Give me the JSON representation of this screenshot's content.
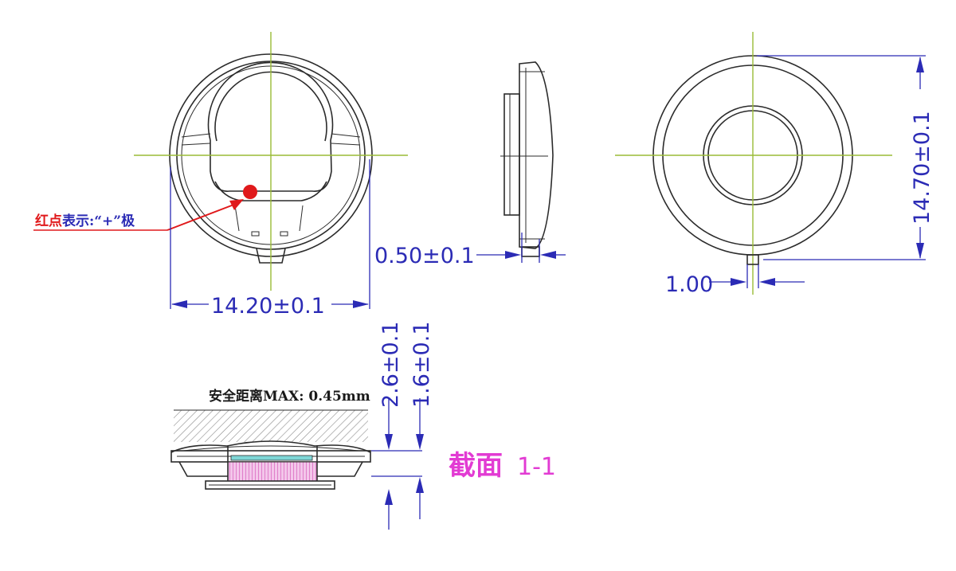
{
  "labels": {
    "polarity_note_red": "红点",
    "polarity_note_rest": "表示:“+”极",
    "safety_note": "安全距离MAX: 0.45mm",
    "section_title_cn": "截面",
    "section_title_num": "1-1"
  },
  "dimensions": {
    "width_front": "14.20±0.1",
    "thickness_side": "0.50±0.1",
    "diameter_back": "14.70±0.1",
    "tab_back": "1.00",
    "height_total": "2.6±0.1",
    "height_body": "1.6±0.1"
  },
  "colors": {
    "outline": "#2b2b2b",
    "centerline": "#9abb36",
    "dimension": "#2b2bb5",
    "polarity_red": "#e0191b",
    "title_magenta": "#e23bd3",
    "membrane_pink": "#d44fb6",
    "membrane_cyan": "#7fd6d6",
    "hatch": "#8a8a8a"
  }
}
